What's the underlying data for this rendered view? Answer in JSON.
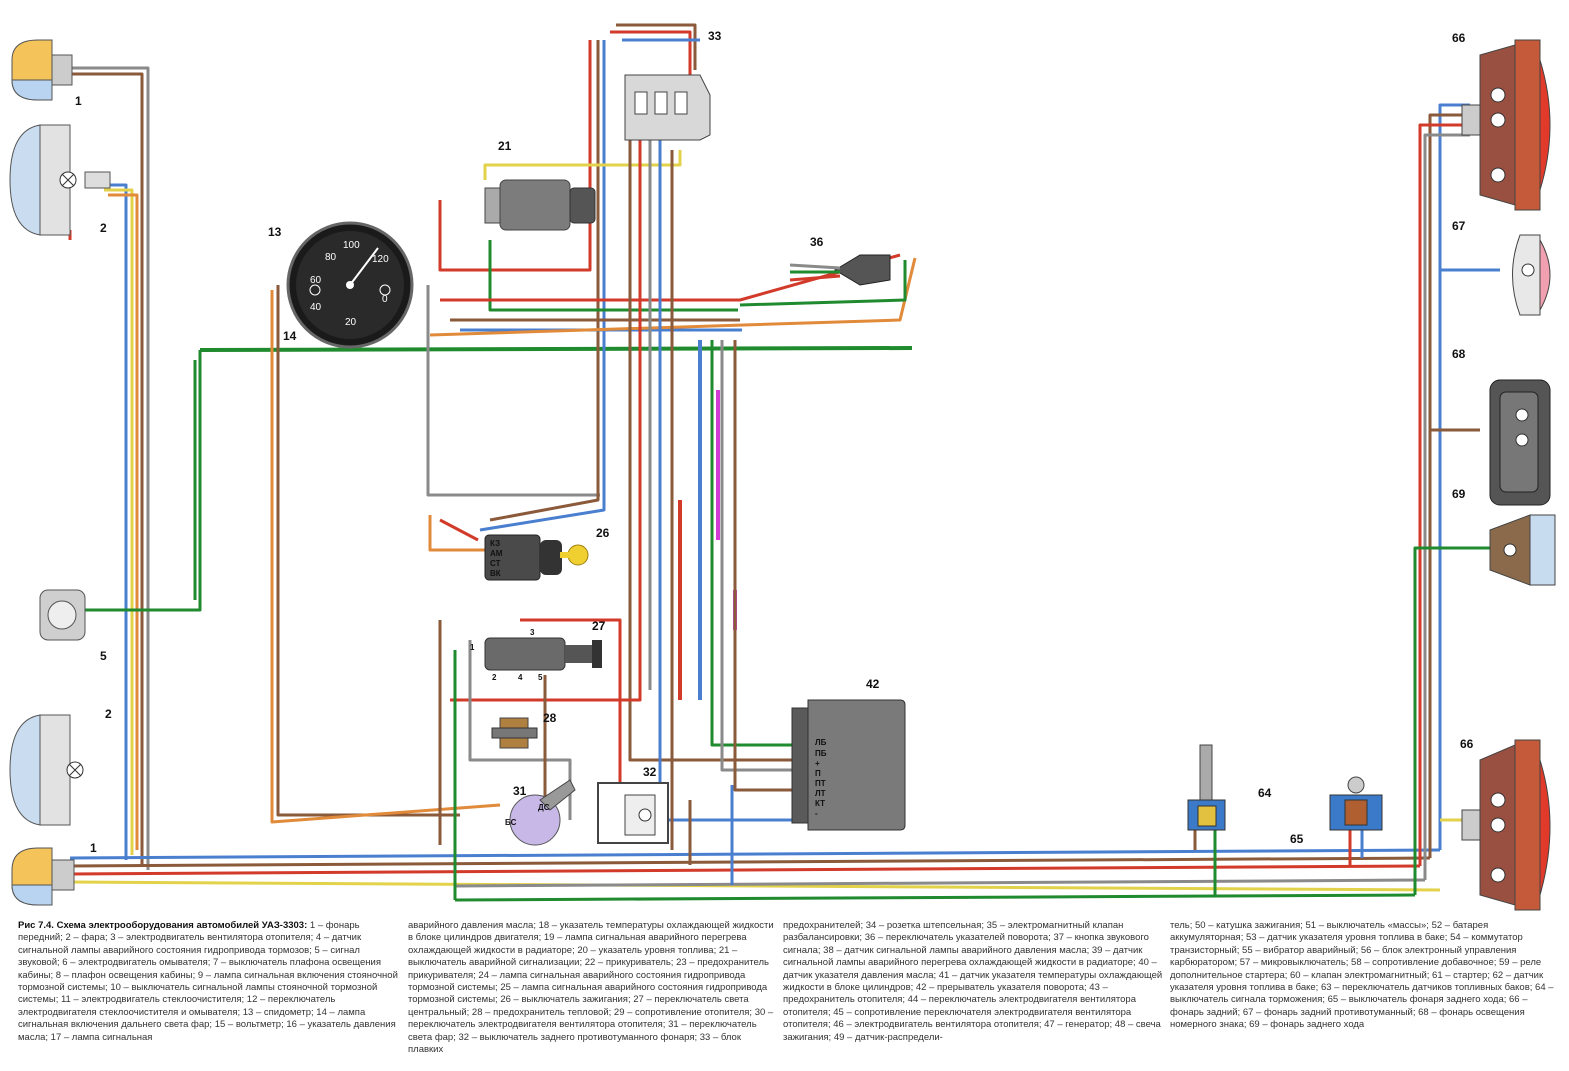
{
  "caption": {
    "title": "Рис 7.4. Схема электрооборудования автомобилей УАЗ-3303:",
    "col1": "1 – фонарь передний; 2 – фара; 3 – электродвигатель вентилятора отопителя; 4 – датчик сигнальной лампы аварийного состояния гидропривода тормозов; 5 – сигнал звуковой; 6 – электродвигатель омывателя; 7 – выключатель плафона освещения кабины; 8 – плафон освещения кабины; 9 – лампа сигнальная включения стояночной тормозной системы; 10 – выключатель сигнальной лампы стояночной тормозной системы; 11 – электродвигатель стеклоочистителя; 12 – переключатель электродвигателя стеклоочистителя и омывателя; 13 – спидометр; 14 – лампа сигнальная включения дальнего света фар; 15 – вольтметр; 16 – указатель давления масла; 17 – лампа сигнальная",
    "col2": "аварийного давления масла; 18 – указатель температуры охлаждающей жидкости в блоке цилиндров двигателя; 19 – лампа сигнальная аварийного перегрева охлаждающей жидкости в радиаторе; 20 – указатель уровня топлива; 21 – выключатель аварийной сигнализации; 22 – прикуриватель; 23 – предохранитель прикуривателя; 24 – лампа сигнальная аварийного состояния гидропривода тормозной системы; 25 – лампа сигнальная аварийного состояния гидропривода тормозной системы; 26 – выключатель зажигания; 27 – переключатель света центральный; 28 – предохранитель тепловой; 29 – сопротивление отопителя; 30 – переключатель электродвигателя вентилятора отопителя; 31 – переключатель света фар; 32 – выключатель заднего противотуманного фонаря; 33 – блок плавких",
    "col3": "предохранителей; 34 – розетка штепсельная; 35 – электромагнитный клапан разбалансировки; 36 – переключатель указателей поворота; 37 – кнопка звукового сигнала; 38 – датчик сигнальной лампы аварийного давления масла; 39 – датчик сигнальной лампы аварийного перегрева охлаждающей жидкости в радиаторе; 40 – датчик указателя давления масла; 41 – датчик указателя температуры охлаждающей жидкости в блоке цилиндров; 42 – прерыватель указателя поворота; 43 – предохранитель отопителя; 44 – переключатель электродвигателя вентилятора отопителя; 45 – сопротивление переключателя электродвигателя вентилятора отопителя; 46 – электродвигатель вентилятора отопителя; 47 – генератор; 48 – свеча зажигания; 49 – датчик-распредели-",
    "col4": "тель; 50 – катушка зажигания; 51 – выключатель «массы»; 52 – батарея аккумуляторная; 53 – датчик указателя уровня топлива в баке; 54 – коммутатор транзисторный; 55 – вибратор аварийный; 56 – блок электронный управления карбюратором; 57 – микровыключатель; 58 – сопротивление добавочное; 59 – реле дополнительное стартера; 60 – клапан электромагнитный; 61 – стартер; 62 – датчик указателя уровня топлива в баке; 63 – переключатель датчиков топливных баков; 64 – выключатель сигнала торможения; 65 – выключатель фонаря заднего хода; 66 – фонарь задний; 67 – фонарь задний противотуманный; 68 – фонарь освещения номерного знака; 69 – фонарь заднего хода"
  },
  "labels": {
    "c1a": "1",
    "c1b": "1",
    "c2a": "2",
    "c2b": "2",
    "c5": "5",
    "c13": "13",
    "c14": "14",
    "c21": "21",
    "c26": "26",
    "c27": "27",
    "c28": "28",
    "c31": "31",
    "c32": "32",
    "c33": "33",
    "c36": "36",
    "c42": "42",
    "c64": "64",
    "c65": "65",
    "c66a": "66",
    "c66b": "66",
    "c67": "67",
    "c68": "68",
    "c69": "69"
  },
  "gauge": {
    "ticks": [
      "0",
      "20",
      "40",
      "60",
      "80",
      "100",
      "120"
    ]
  },
  "ignition_pins": [
    "КЗ",
    "АМ",
    "СТ",
    "ВК"
  ],
  "switch27_pins": {
    "p1": "1",
    "p2": "2",
    "p3": "3",
    "p4": "4",
    "p5": "5"
  },
  "relay42_pins": [
    "ЛБ",
    "ПБ",
    "+",
    "П",
    "ПТ",
    "ЛТ",
    "КТ",
    "-"
  ],
  "sw31_pins": {
    "ds": "ДС",
    "bs": "БС"
  },
  "colors": {
    "blue": "#4a7fd0",
    "red": "#d23a2a",
    "brown": "#8a5a3a",
    "green": "#1f8a2e",
    "yellow": "#e2d24a",
    "grey": "#8a8a8a",
    "orange": "#e08a3a",
    "violet": "#d23ad8"
  }
}
